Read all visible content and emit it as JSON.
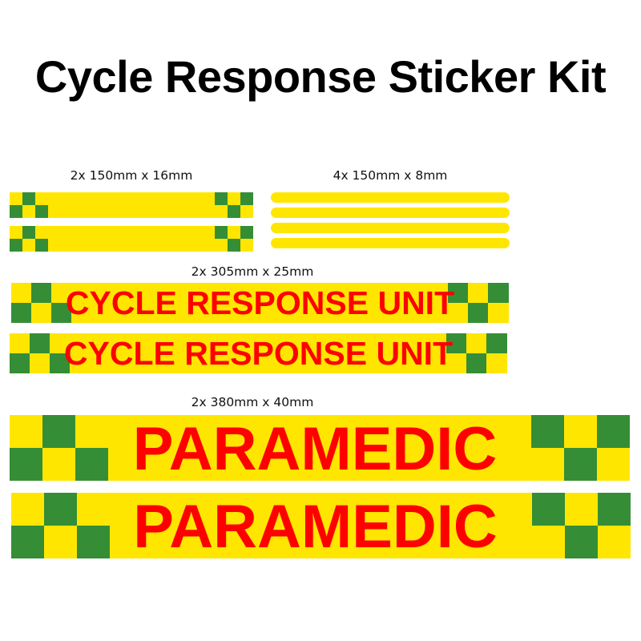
{
  "title": "Cycle Response Sticker Kit",
  "colors": {
    "yellow": "#FFE600",
    "green": "#358E36",
    "text_red": "#FF0000"
  },
  "groups": [
    {
      "label": "2x 150mm x 16mm",
      "quantity": 2,
      "text": ""
    },
    {
      "label": "4x 150mm x 8mm",
      "quantity": 4,
      "text": ""
    },
    {
      "label": "2x 305mm x 25mm",
      "quantity": 2,
      "text": "CYCLE RESPONSE UNIT"
    },
    {
      "label": "2x 380mm x 40mm",
      "quantity": 2,
      "text": "PARAMEDIC"
    }
  ]
}
